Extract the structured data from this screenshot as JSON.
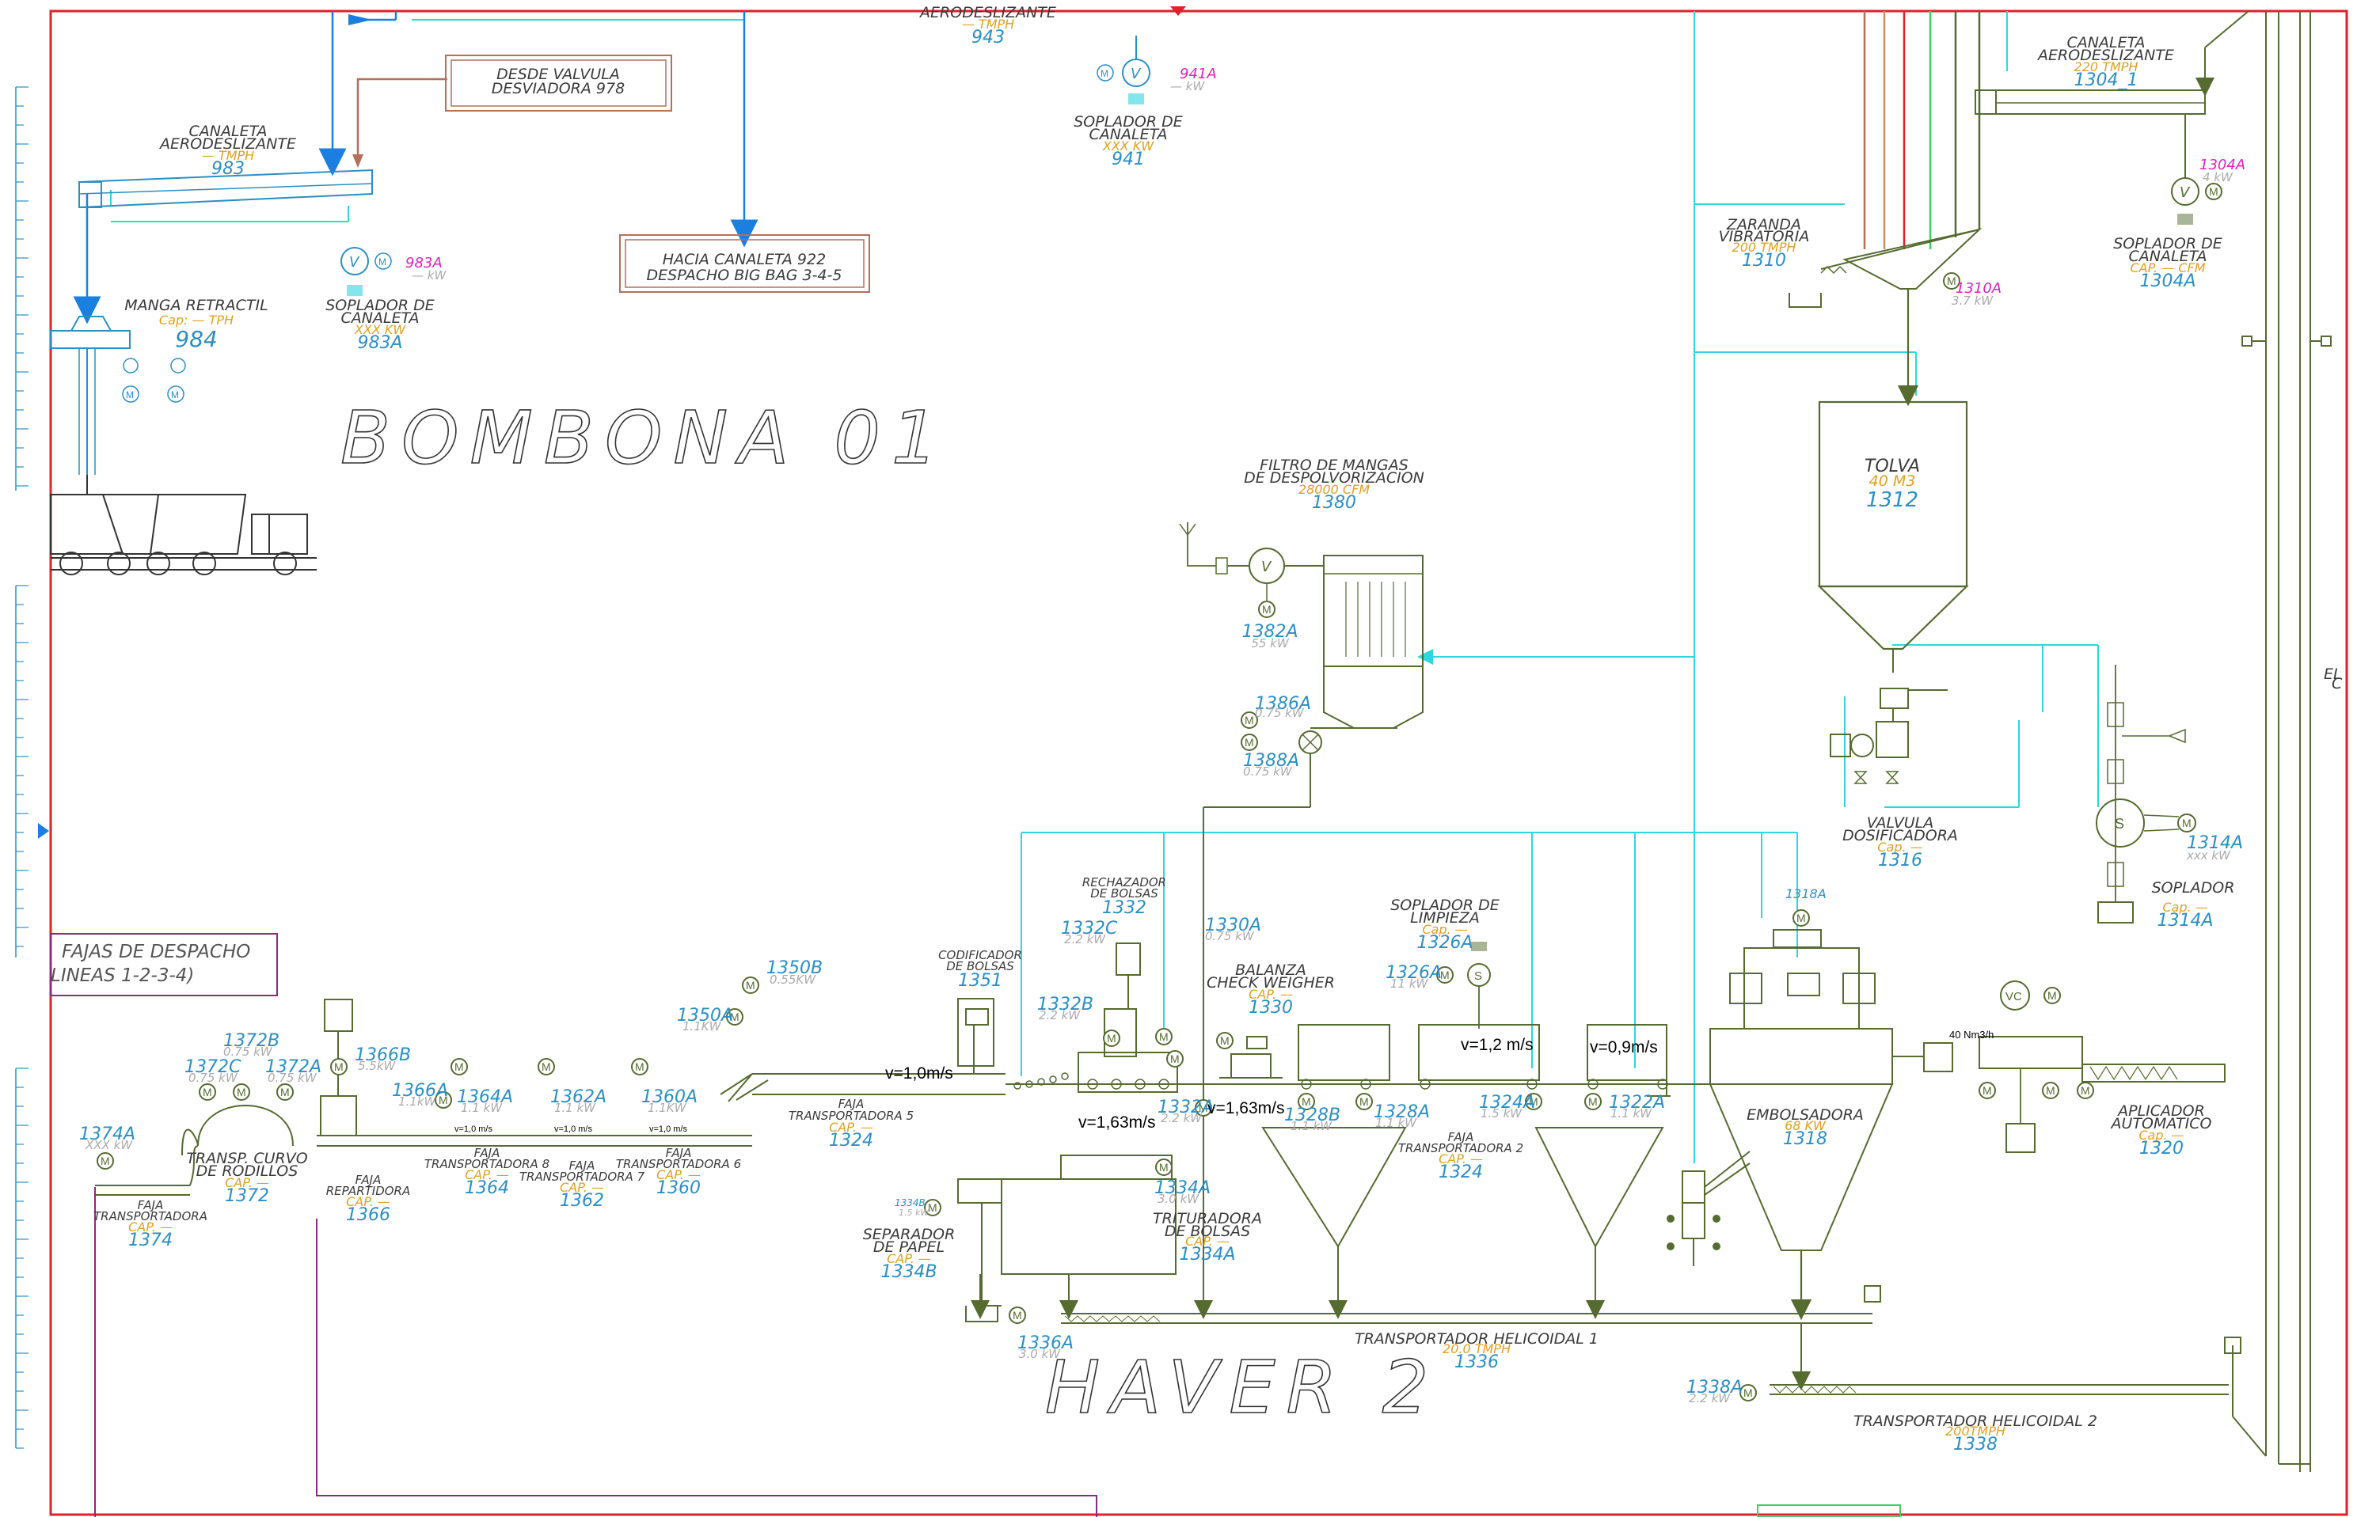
{
  "titles": {
    "bombona": "BOMBONA 01",
    "haver": "HAVER 2"
  },
  "top": {
    "cut_label": "AERODESLIZANTE",
    "cut_cap": "— TMPH",
    "cut_tag": "943"
  },
  "boxes": {
    "desde_l1": "DESDE VALVULA",
    "desde_l2": "DESVIADORA 978",
    "hacia_l1": "HACIA CANALETA 922",
    "hacia_l2": "DESPACHO BIG BAG 3-4-5",
    "fajas_l1": "FAJAS DE DESPACHO",
    "fajas_l2": "LINEAS 1-2-3-4)"
  },
  "equipment": {
    "canaleta983": {
      "l1": "CANALETA",
      "l2": "AERODESLIZANTE",
      "cap": "— TMPH",
      "tag": "983"
    },
    "soplador983": {
      "l1": "SOPLADOR DE",
      "l2": "CANALETA",
      "cap": "XXX KW",
      "tag": "983A",
      "mtag": "983A",
      "kw": "— kW"
    },
    "manga984": {
      "l1": "MANGA RETRACTIL",
      "cap": "Cap:  — TPH",
      "tag": "984"
    },
    "soplador941": {
      "l1": "SOPLADOR DE",
      "l2": "CANALETA",
      "cap": "XXX KW",
      "tag": "941",
      "mtag": "941A",
      "kw": "— kW"
    },
    "canaleta1304": {
      "l1": "CANALETA",
      "l2": "AERODESLIZANTE",
      "cap": "220 TMPH",
      "tag": "1304_1"
    },
    "soplador1304": {
      "l1": "SOPLADOR DE",
      "l2": "CANALETA",
      "cap": "CAP. — CFM",
      "tag": "1304A",
      "mtag": "1304A",
      "kw": "4 kW"
    },
    "zaranda": {
      "l1": "ZARANDA",
      "l2": "VIBRATORIA",
      "cap": "200 TMPH",
      "tag": "1310",
      "mtag": "1310A",
      "kw": "3.7 kW"
    },
    "tolva": {
      "l1": "TOLVA",
      "cap": "40 M3",
      "tag": "1312"
    },
    "filtro": {
      "l1": "FILTRO DE MANGAS",
      "l2": "DE DESPOLVORIZACION",
      "cap": "28000 CFM",
      "tag": "1380"
    },
    "m1382": {
      "tag": "1382A",
      "kw": "55 kW"
    },
    "m1386": {
      "tag": "1386A",
      "kw": "0.75 kW"
    },
    "m1388": {
      "tag": "1388A",
      "kw": "0.75 kW"
    },
    "valvula": {
      "l1": "VALVULA",
      "l2": "DOSIFICADORA",
      "cap": "Cap. —",
      "tag": "1316"
    },
    "soplador1314": {
      "l1": "SOPLADOR",
      "cap": "Cap. —",
      "tag": "1314A",
      "mtag": "1314A",
      "kw": "xxx kW"
    },
    "soplador1326": {
      "l1": "SOPLADOR DE",
      "l2": "LIMPIEZA",
      "cap": "Cap. —",
      "tag": "1326A",
      "mtag": "1326A",
      "kw": "11 kW"
    },
    "rechazador": {
      "l1": "RECHAZADOR",
      "l2": "DE BOLSAS",
      "tag": "1332"
    },
    "codificador": {
      "l1": "CODIFICADOR",
      "l2": "DE BOLSAS",
      "tag": "1351"
    },
    "m1332c": {
      "tag": "1332C",
      "kw": "2.2 kW"
    },
    "m1332b": {
      "tag": "1332B",
      "kw": "2.2 kW"
    },
    "m1332a": {
      "tag": "1332A",
      "kw": "2.2 kW"
    },
    "m1330a": {
      "tag": "1330A",
      "kw": "0.75 kW"
    },
    "balanza": {
      "l1": "BALANZA",
      "l2": "CHECK WEIGHER",
      "cap": "CAP. —",
      "tag": "1330"
    },
    "m1328a": {
      "tag": "1328A",
      "kw": "1.1 kW"
    },
    "m1328b": {
      "tag": "1328B",
      "kw": "1.1 kW"
    },
    "faja2": {
      "l1": "FAJA",
      "l2": "TRANSPORTADORA 2",
      "cap": "CAP. —",
      "tag": "1324"
    },
    "m1324a": {
      "tag": "1324A",
      "kw": "1.5 kW"
    },
    "m1322a": {
      "tag": "1322A",
      "kw": "1.1 kW"
    },
    "m1318a": {
      "tag": "1318A"
    },
    "embolsadora": {
      "l1": "EMBOLSADORA",
      "cap": "68 KW",
      "tag": "1318"
    },
    "aplicador": {
      "l1": "APLICADOR",
      "l2": "AUTOMATICO",
      "cap": "Cap. —",
      "tag": "1320",
      "flow": "40 Nm3/h"
    },
    "trituradora": {
      "l1": "TRITURADORA",
      "l2": "DE BOLSAS",
      "cap": "CAP. —",
      "tag": "1334A",
      "mtag": "1334A",
      "kw": "3.0 kW"
    },
    "separador": {
      "l1": "SEPARADOR",
      "l2": "DE PAPEL",
      "cap": "CAP. —",
      "tag": "1334B",
      "mtag": "1334B",
      "kw": "1.5 kW"
    },
    "helicoidal1": {
      "l1": "TRANSPORTADOR HELICOIDAL 1",
      "cap": "20.0 TMPH",
      "tag": "1336",
      "mtag": "1336A",
      "kw": "3.0 kW"
    },
    "helicoidal2": {
      "l1": "TRANSPORTADOR HELICOIDAL 2",
      "cap": "200TMPH",
      "tag": "1338",
      "mtag": "1338A",
      "kw": "2.2 kW"
    },
    "faja5": {
      "l1": "FAJA",
      "l2": "TRANSPORTADORA 5",
      "cap": "CAP. —",
      "tag": "1324"
    },
    "m1350a": {
      "tag": "1350A",
      "kw": "1.1KW"
    },
    "m1350b": {
      "tag": "1350B",
      "kw": "0.55KW"
    },
    "faja6": {
      "l1": "FAJA",
      "l2": "TRANSPORTADORA 6",
      "cap": "CAP. —",
      "tag": "1360",
      "mtag": "1360A",
      "kw": "1.1KW"
    },
    "faja7": {
      "l1": "FAJA",
      "l2": "TRANSPORTADORA 7",
      "cap": "CAP. —",
      "tag": "1362",
      "mtag": "1362A",
      "kw": "1.1 kW"
    },
    "faja8": {
      "l1": "FAJA",
      "l2": "TRANSPORTADORA 8",
      "cap": "CAP. —",
      "tag": "1364",
      "mtag": "1364A",
      "kw": "1.1 kW"
    },
    "repartidora": {
      "l1": "FAJA",
      "l2": "REPARTIDORA",
      "cap": "CAP. —",
      "tag": "1366",
      "mtag": "1366A",
      "kw": "1.1kW"
    },
    "m1366b": {
      "tag": "1366B",
      "kw": "5.5kW"
    },
    "curvo": {
      "l1": "TRANSP. CURVO",
      "l2": "DE RODILLOS",
      "cap": "CAP. —",
      "tag": "1372"
    },
    "m1372a": {
      "tag": "1372A",
      "kw": "0.75 kW"
    },
    "m1372b": {
      "tag": "1372B",
      "kw": "0.75 kW"
    },
    "m1372c": {
      "tag": "1372C",
      "kw": "0.75 kW"
    },
    "faja1374": {
      "l1": "FAJA",
      "l2": "TRANSPORTADORA",
      "cap": "CAP. —",
      "tag": "1374",
      "mtag": "1374A",
      "kw": "XXX kW"
    }
  },
  "speeds": {
    "s1": "v=1,0m/s",
    "s2": "v=1,63m/s",
    "s3": "v=1,63m/s",
    "s4": "v=1,2 m/s",
    "s5": "v=0,9m/s",
    "small": "v=1,0 m/s"
  },
  "motor_letter": "M",
  "colors": {
    "border": "#e0202a",
    "cyan": "#2ed6e0",
    "equipment": "#556b2f",
    "tag": "#2a8fc4",
    "cap": "#e0a020",
    "blue_arrow": "#1a7fe0",
    "magenta": "#e020c0"
  }
}
